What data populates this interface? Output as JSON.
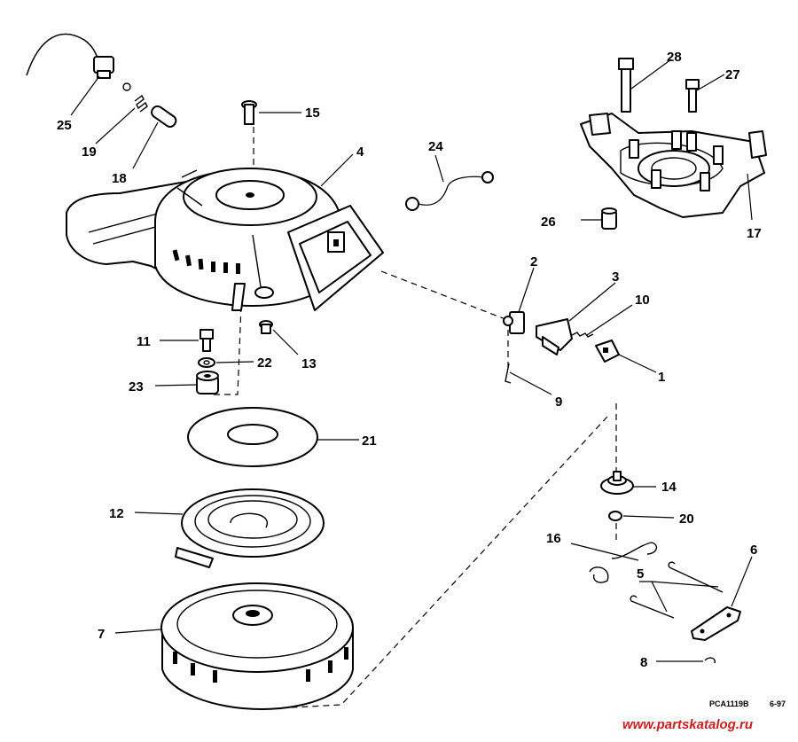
{
  "callouts": [
    {
      "id": "c1",
      "label": "1"
    },
    {
      "id": "c2",
      "label": "2"
    },
    {
      "id": "c3",
      "label": "3"
    },
    {
      "id": "c4",
      "label": "4"
    },
    {
      "id": "c5",
      "label": "5"
    },
    {
      "id": "c6",
      "label": "6"
    },
    {
      "id": "c7",
      "label": "7"
    },
    {
      "id": "c8",
      "label": "8"
    },
    {
      "id": "c9",
      "label": "9"
    },
    {
      "id": "c10",
      "label": "10"
    },
    {
      "id": "c11",
      "label": "11"
    },
    {
      "id": "c12",
      "label": "12"
    },
    {
      "id": "c13",
      "label": "13"
    },
    {
      "id": "c14",
      "label": "14"
    },
    {
      "id": "c15",
      "label": "15"
    },
    {
      "id": "c16",
      "label": "16"
    },
    {
      "id": "c17",
      "label": "17"
    },
    {
      "id": "c18",
      "label": "18"
    },
    {
      "id": "c19",
      "label": "19"
    },
    {
      "id": "c20",
      "label": "20"
    },
    {
      "id": "c21",
      "label": "21"
    },
    {
      "id": "c22",
      "label": "22"
    },
    {
      "id": "c23",
      "label": "23"
    },
    {
      "id": "c24",
      "label": "24"
    },
    {
      "id": "c25",
      "label": "25"
    },
    {
      "id": "c26",
      "label": "26"
    },
    {
      "id": "c27",
      "label": "27"
    },
    {
      "id": "c28",
      "label": "28"
    }
  ],
  "drawing_code": "PCA1119B",
  "date_code": "6-97",
  "watermark": "www.partskatalog.ru"
}
